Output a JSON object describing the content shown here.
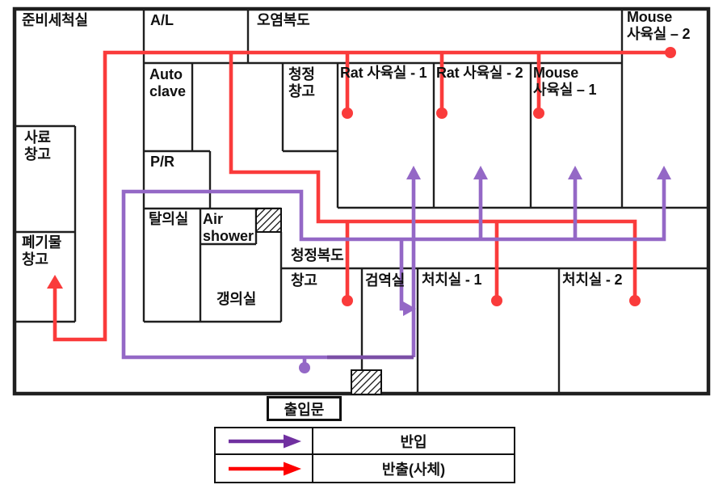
{
  "rooms": {
    "prep_wash": "준비세척실",
    "al": "A/L",
    "dirty_corridor": "오염복도",
    "mouse2": "Mouse\n사육실 – 2",
    "autoclave": "Auto\nclave",
    "clean_store": "청정\n창고",
    "rat1": "Rat 사육실 - 1",
    "rat2": "Rat 사육실 - 2",
    "mouse1": "Mouse\n사육실 – 1",
    "feed_store": "사료\n창고",
    "pr": "P/R",
    "dressing": "탈의실",
    "air_shower": "Air\nshower",
    "waste_store": "폐기물\n창고",
    "clean_corridor": "청정복도",
    "store": "창고",
    "quarantine": "검역실",
    "treatment1": "처치실 - 1",
    "treatment2": "처치실 - 2",
    "changing": "갱의실"
  },
  "entrance": "출입문",
  "legend": {
    "intake_label": "반입",
    "outtake_label": "반출(사체)"
  },
  "colors": {
    "wall": "#1f1f1f",
    "intake": "#9468c6",
    "intake_dark": "#7b4fa6",
    "intake_legend": "#7030a0",
    "outtake": "#fa3b3b",
    "outtake_legend": "#fe0000"
  }
}
